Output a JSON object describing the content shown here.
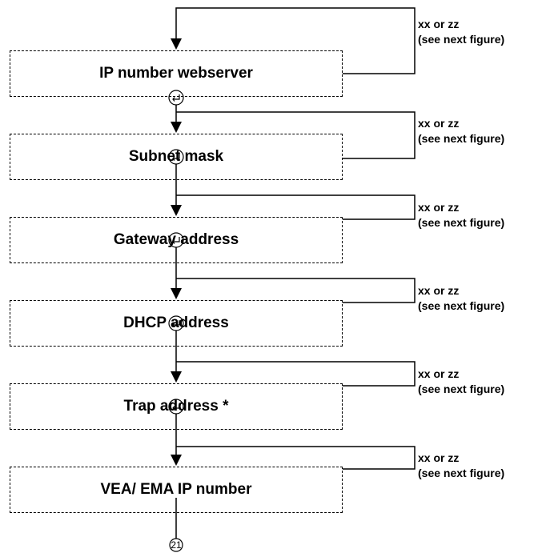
{
  "steps": [
    {
      "label": "IP number webserver",
      "note_line1": "xx or zz",
      "note_line2": "(see next figure)"
    },
    {
      "label": "Subnet mask",
      "note_line1": "xx or zz",
      "note_line2": "(see next figure)"
    },
    {
      "label": "Gateway address",
      "note_line1": "xx or zz",
      "note_line2": "(see next figure)"
    },
    {
      "label": "DHCP address",
      "note_line1": "xx or zz",
      "note_line2": "(see next figure)"
    },
    {
      "label": "Trap address *",
      "note_line1": "xx or zz",
      "note_line2": "(see next figure)"
    },
    {
      "label": "VEA/ EMA IP number",
      "note_line1": "xx or zz",
      "note_line2": "(see next figure)"
    }
  ],
  "enter_icon": "enter-key-icon",
  "connector_ref": "21"
}
